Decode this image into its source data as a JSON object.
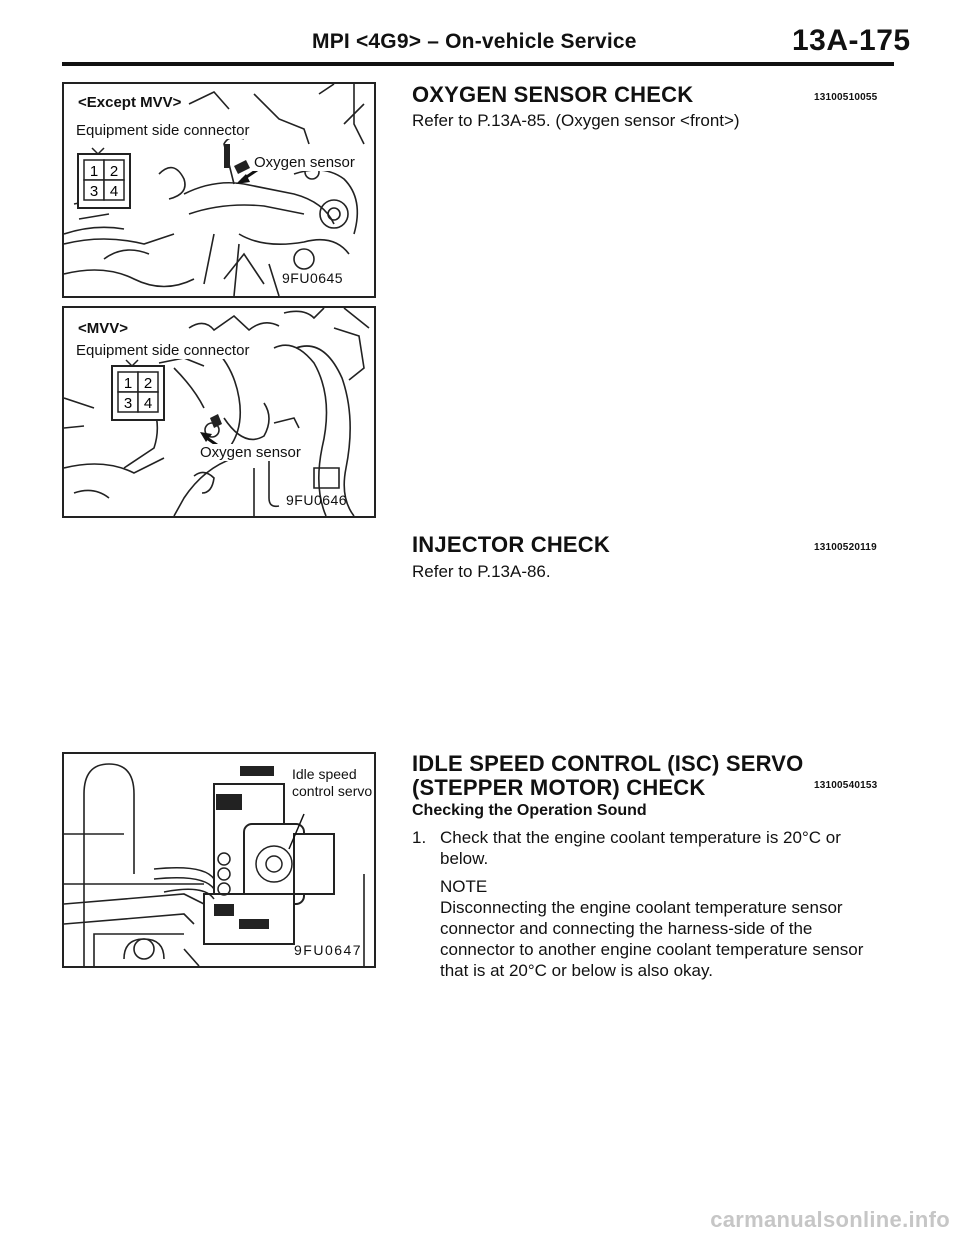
{
  "header": {
    "title": "MPI <4G9> – On-vehicle Service",
    "page": "13A-175"
  },
  "figures": [
    {
      "variant": "<Except MVV>",
      "connector_label": "Equipment side connector",
      "sensor_label": "Oxygen sensor",
      "pins": [
        "1",
        "2",
        "3",
        "4"
      ],
      "code": "9FU0645"
    },
    {
      "variant": "<MVV>",
      "connector_label": "Equipment side connector",
      "sensor_label": "Oxygen sensor",
      "pins": [
        "1",
        "2",
        "3",
        "4"
      ],
      "code": "9FU0646"
    },
    {
      "part_label_line1": "Idle speed",
      "part_label_line2": "control servo",
      "code": "9FU0647"
    }
  ],
  "sections": {
    "oxygen": {
      "heading": "OXYGEN SENSOR CHECK",
      "code": "13100510055",
      "text": "Refer to P.13A-85. (Oxygen sensor <front>)"
    },
    "injector": {
      "heading": "INJECTOR CHECK",
      "code": "13100520119",
      "text": "Refer to P.13A-86."
    },
    "isc": {
      "heading_line1": "IDLE SPEED CONTROL (ISC) SERVO",
      "heading_line2": "(STEPPER MOTOR) CHECK",
      "code": "13100540153",
      "subheading": "Checking the Operation Sound",
      "step_num": "1.",
      "step_text_1": "Check that the engine coolant temperature is 20°C or",
      "step_text_2": "below.",
      "note_title": "NOTE",
      "note_line1": "Disconnecting the engine coolant temperature sensor",
      "note_line2": "connector and connecting the harness-side of the",
      "note_line3": "connector to another engine coolant temperature sensor",
      "note_line4": "that is at 20°C or below is also okay."
    }
  },
  "footer": {
    "watermark": "carmanualsonline.info"
  }
}
